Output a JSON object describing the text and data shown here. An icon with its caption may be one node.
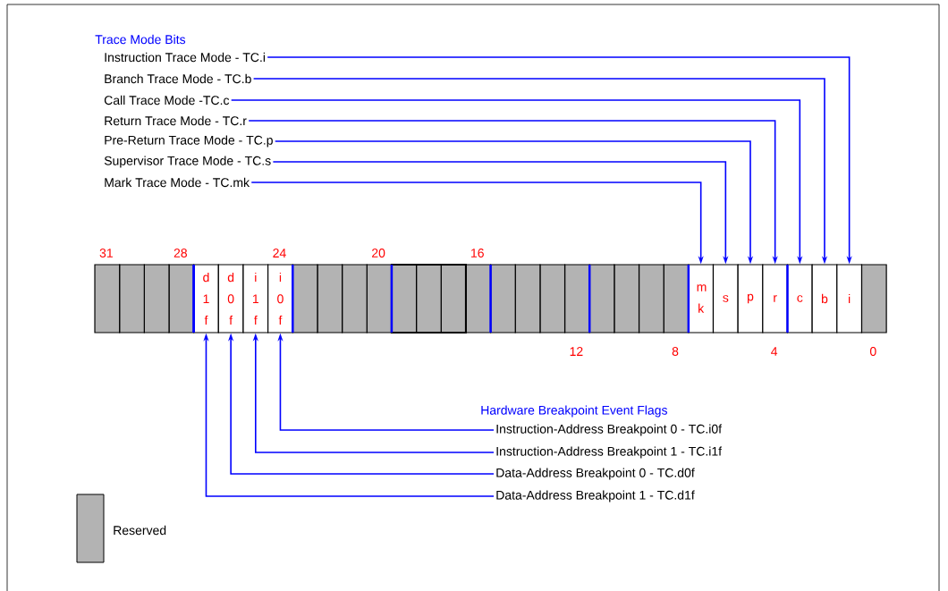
{
  "diagram": {
    "nodes": [
      {
        "text": [
          "Instruction Trace Mode - TC.i"
        ]
      },
      {
        "text": [
          "Branch Trace Mode - TC.b"
        ]
      },
      {
        "text": [
          "Call Trace Mode -TC.c"
        ]
      },
      {
        "text": [
          "Return Trace Mode - TC.r"
        ]
      },
      {
        "text": [
          "Pre-Return Trace Mode - TC.p"
        ]
      },
      {
        "text": [
          "Supervisor Trace Mode - TC.s"
        ]
      },
      {
        "text": [
          "Mark Trace Mode - TC.mk"
        ]
      },
      {
        "text": [
          "d 1 f"
        ]
      },
      {
        "text": [
          "d 0 f"
        ]
      },
      {
        "text": [
          "i 1 f"
        ]
      },
      {
        "text": [
          "i 0 f"
        ]
      },
      {
        "text": [
          "m k"
        ]
      },
      {
        "text": [
          "s"
        ]
      },
      {
        "text": [
          "p"
        ]
      },
      {
        "text": [
          "r"
        ]
      },
      {
        "text": [
          "c"
        ]
      },
      {
        "text": [
          "b"
        ]
      },
      {
        "text": [
          "i"
        ]
      },
      {
        "text": [
          "Instruction-Address Breakpoint 0 - TC.i0f"
        ]
      },
      {
        "text": [
          "Instruction-Address Breakpoint 1 - TC.i1f"
        ]
      },
      {
        "text": [
          "Data-Address Breakpoint 0 - TC.d0f"
        ]
      },
      {
        "text": [
          "Data-Address Breakpoint 1 - TC.d1f"
        ]
      }
    ],
    "edges": [
      {
        "from": 0,
        "to": 17,
        "arrow": "to"
      },
      {
        "from": 1,
        "to": 16,
        "arrow": "to"
      },
      {
        "from": 2,
        "to": 15,
        "arrow": "to"
      },
      {
        "from": 3,
        "to": 14,
        "arrow": "to"
      },
      {
        "from": 4,
        "to": 13,
        "arrow": "to"
      },
      {
        "from": 5,
        "to": 12,
        "arrow": "to"
      },
      {
        "from": 6,
        "to": 11,
        "arrow": "to"
      },
      {
        "from": 18,
        "to": 10,
        "arrow": "to"
      },
      {
        "from": 19,
        "to": 9,
        "arrow": "to"
      },
      {
        "from": 20,
        "to": 8,
        "arrow": "to"
      },
      {
        "from": 21,
        "to": 7,
        "arrow": "to"
      }
    ],
    "labels": [
      "Trace Mode Bits",
      "31",
      "28",
      "24",
      "20",
      "16",
      "12",
      "8",
      "4",
      "0",
      "Hardware Breakpoint Event Flags"
    ],
    "legend": [
      {
        "text": "Reserved",
        "color": "#b3b3b3"
      }
    ]
  }
}
